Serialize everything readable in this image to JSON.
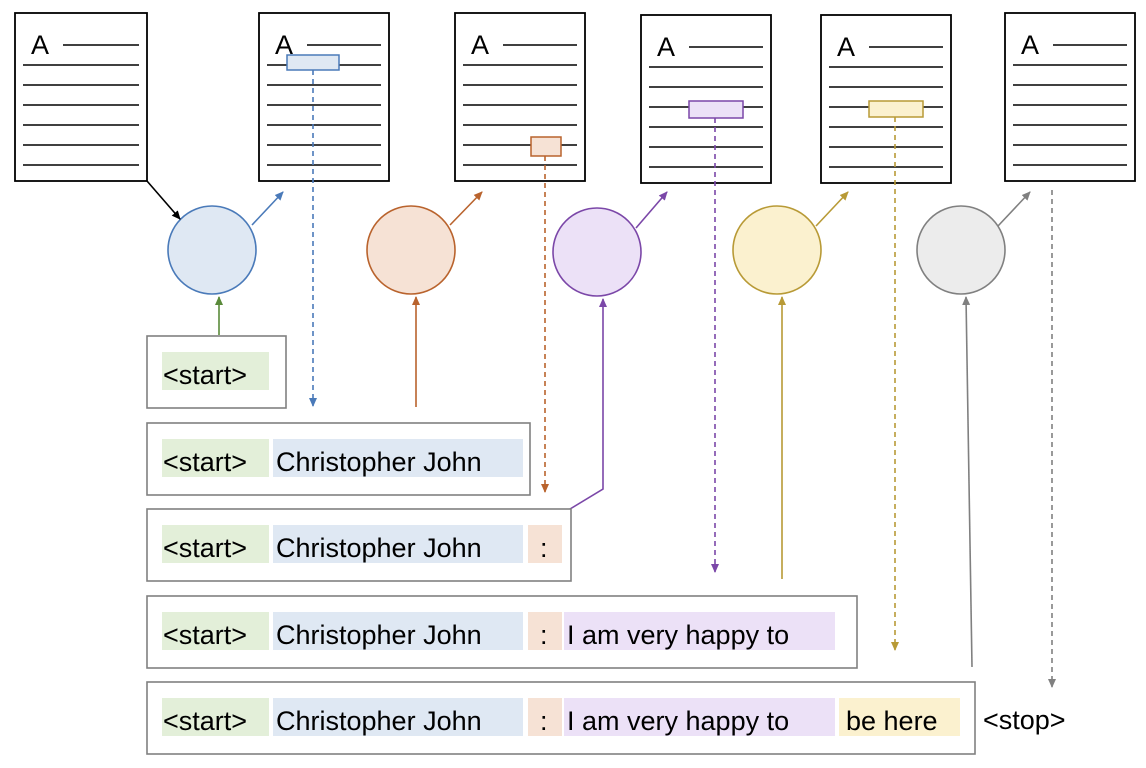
{
  "documents": [
    {
      "letter": "A"
    },
    {
      "letter": "A"
    },
    {
      "letter": "A"
    },
    {
      "letter": "A"
    },
    {
      "letter": "A"
    },
    {
      "letter": "A"
    }
  ],
  "steps": [
    {
      "name": "step-1",
      "color": "#4a7ab9",
      "fill": "#dfe8f3"
    },
    {
      "name": "step-2",
      "color": "#b9632d",
      "fill": "#f6e2d5"
    },
    {
      "name": "step-3",
      "color": "#7b47a8",
      "fill": "#ece1f7"
    },
    {
      "name": "step-4",
      "color": "#b89a36",
      "fill": "#fbf1cf"
    },
    {
      "name": "step-5",
      "color": "#808080",
      "fill": "#ececec"
    }
  ],
  "start_arrow_color": "#5a8a3a",
  "token_colors": {
    "start": "#e3efd9",
    "name": "#dfe8f3",
    "colon": "#f6e2d5",
    "phrase": "#ece1f7",
    "ending": "#fbf1cf"
  },
  "sequences": [
    {
      "start": "<start>"
    },
    {
      "start": "<start>",
      "name": "Christopher John"
    },
    {
      "start": "<start>",
      "name": "Christopher John",
      "colon": ":"
    },
    {
      "start": "<start>",
      "name": "Christopher John",
      "colon": ":",
      "phrase": "I am very happy to"
    },
    {
      "start": "<start>",
      "name": "Christopher John",
      "colon": ":",
      "phrase": "I am very happy to",
      "ending": "be here"
    }
  ],
  "stop_token": "<stop>"
}
